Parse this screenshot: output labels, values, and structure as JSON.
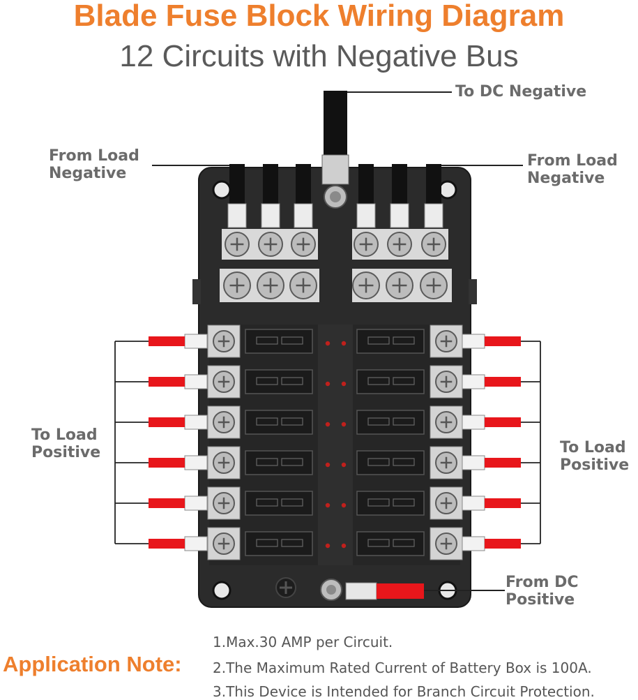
{
  "header": {
    "title": "Blade Fuse Block Wiring Diagram",
    "subtitle": "12 Circuits with Negative Bus"
  },
  "labels": {
    "to_dc_negative": "To DC Negative",
    "from_load_negative_left": [
      "From Load",
      "Negative"
    ],
    "from_load_negative_right": [
      "From Load",
      "Negative"
    ],
    "to_load_positive_left": [
      "To Load",
      "Positive"
    ],
    "to_load_positive_right": [
      "To Load",
      "Positive"
    ],
    "from_dc_positive": [
      "From DC",
      "Positive"
    ]
  },
  "notes": {
    "heading": "Application Note:",
    "items": [
      "1.Max.30 AMP per Circuit.",
      "2.The Maximum Rated Current of Battery Box is 100A.",
      "3.This Device is Intended for Branch Circuit Protection."
    ]
  },
  "diagram": {
    "circuits_per_side": 6,
    "negative_bus_terminals_per_side": 3,
    "colors": {
      "housing": "#2b2b2b",
      "wire_black": "#111111",
      "wire_red": "#e8161b",
      "terminal_metal": "#c9c9c9",
      "led_red": "#c0201c",
      "title_orange": "#ee7f2d"
    }
  }
}
